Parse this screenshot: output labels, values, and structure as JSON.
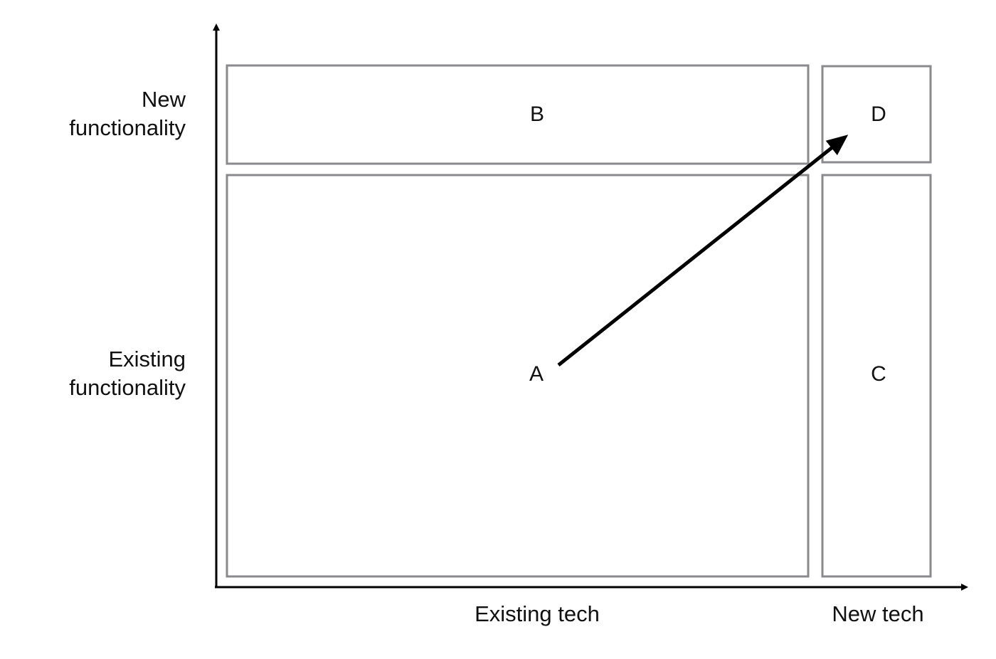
{
  "y_axis": {
    "top_label_line1": "New",
    "top_label_line2": "functionality",
    "bottom_label_line1": "Existing",
    "bottom_label_line2": "functionality"
  },
  "x_axis": {
    "left_label": "Existing tech",
    "right_label": "New tech"
  },
  "cells": {
    "a": "A",
    "b": "B",
    "c": "C",
    "d": "D"
  },
  "colors": {
    "box_stroke": "#8a8a8c",
    "axis": "#000000",
    "arrow": "#000000",
    "text": "#111111"
  }
}
